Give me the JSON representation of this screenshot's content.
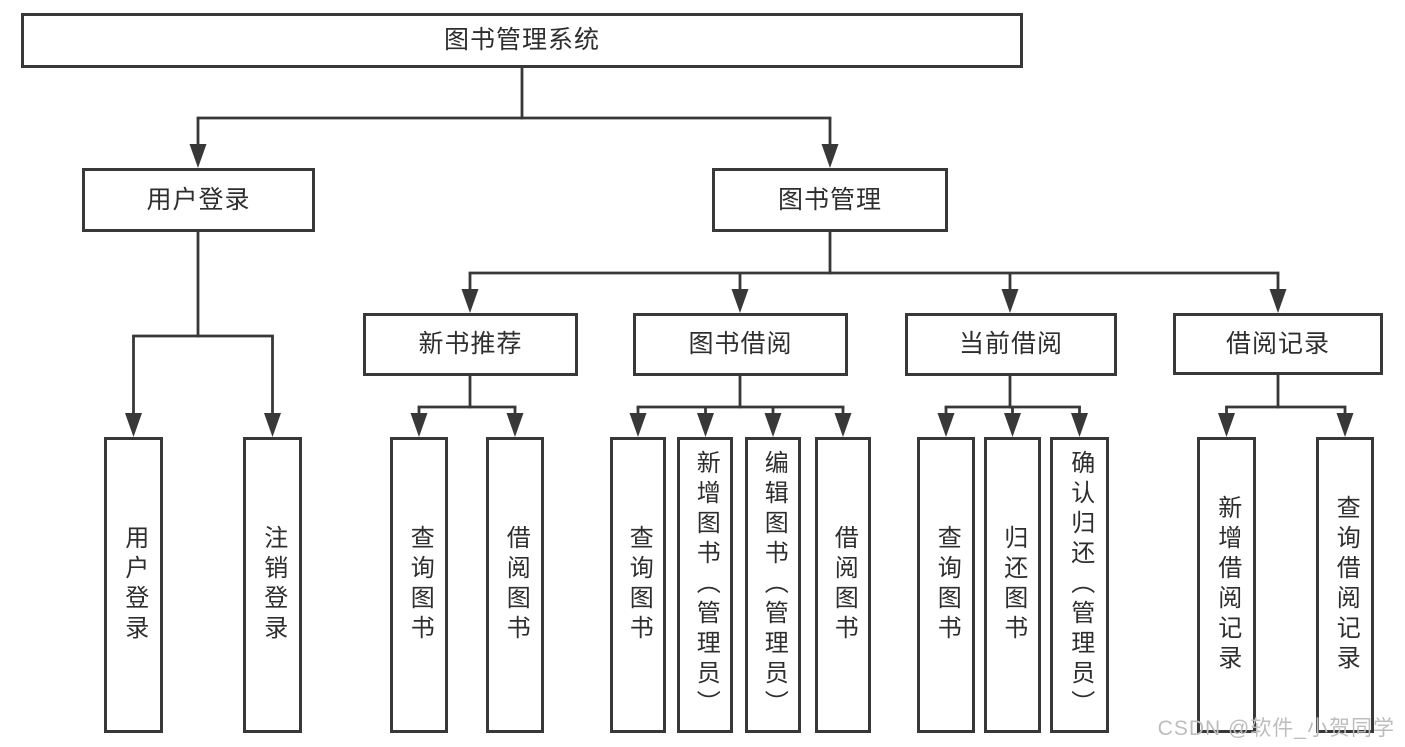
{
  "tree": {
    "label": "图书管理系统",
    "children": [
      {
        "label": "用户登录",
        "children": [
          {
            "label": "用户登录"
          },
          {
            "label": "注销登录"
          }
        ]
      },
      {
        "label": "图书管理",
        "children": [
          {
            "label": "新书推荐",
            "children": [
              {
                "label": "查询图书"
              },
              {
                "label": "借阅图书"
              }
            ]
          },
          {
            "label": "图书借阅",
            "children": [
              {
                "label": "查询图书"
              },
              {
                "label": "新增图书（管理员）"
              },
              {
                "label": "编辑图书（管理员）"
              },
              {
                "label": "借阅图书"
              }
            ]
          },
          {
            "label": "当前借阅",
            "children": [
              {
                "label": "查询图书"
              },
              {
                "label": "归还图书"
              },
              {
                "label": "确认归还（管理员）"
              }
            ]
          },
          {
            "label": "借阅记录",
            "children": [
              {
                "label": "新增借阅记录"
              },
              {
                "label": "查询借阅记录"
              }
            ]
          }
        ]
      }
    ]
  },
  "watermark": {
    "text": "CSDN @软件_小贺同学"
  },
  "colors": {
    "line": "#383838",
    "text": "#2e2e2e",
    "watermark": "#bdbdbd",
    "background": "#ffffff"
  }
}
